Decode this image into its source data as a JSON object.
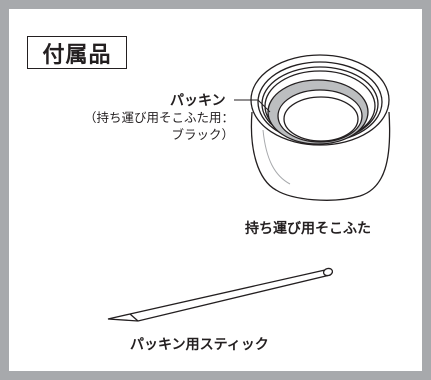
{
  "title": "付属品",
  "gasket": {
    "name": "パッキン",
    "note_lines": [
      "（持ち運び用そこふた用：",
      "ブラック）"
    ]
  },
  "lid_caption": "持ち運び用そこふた",
  "stick_caption": "パッキン用スティック"
}
